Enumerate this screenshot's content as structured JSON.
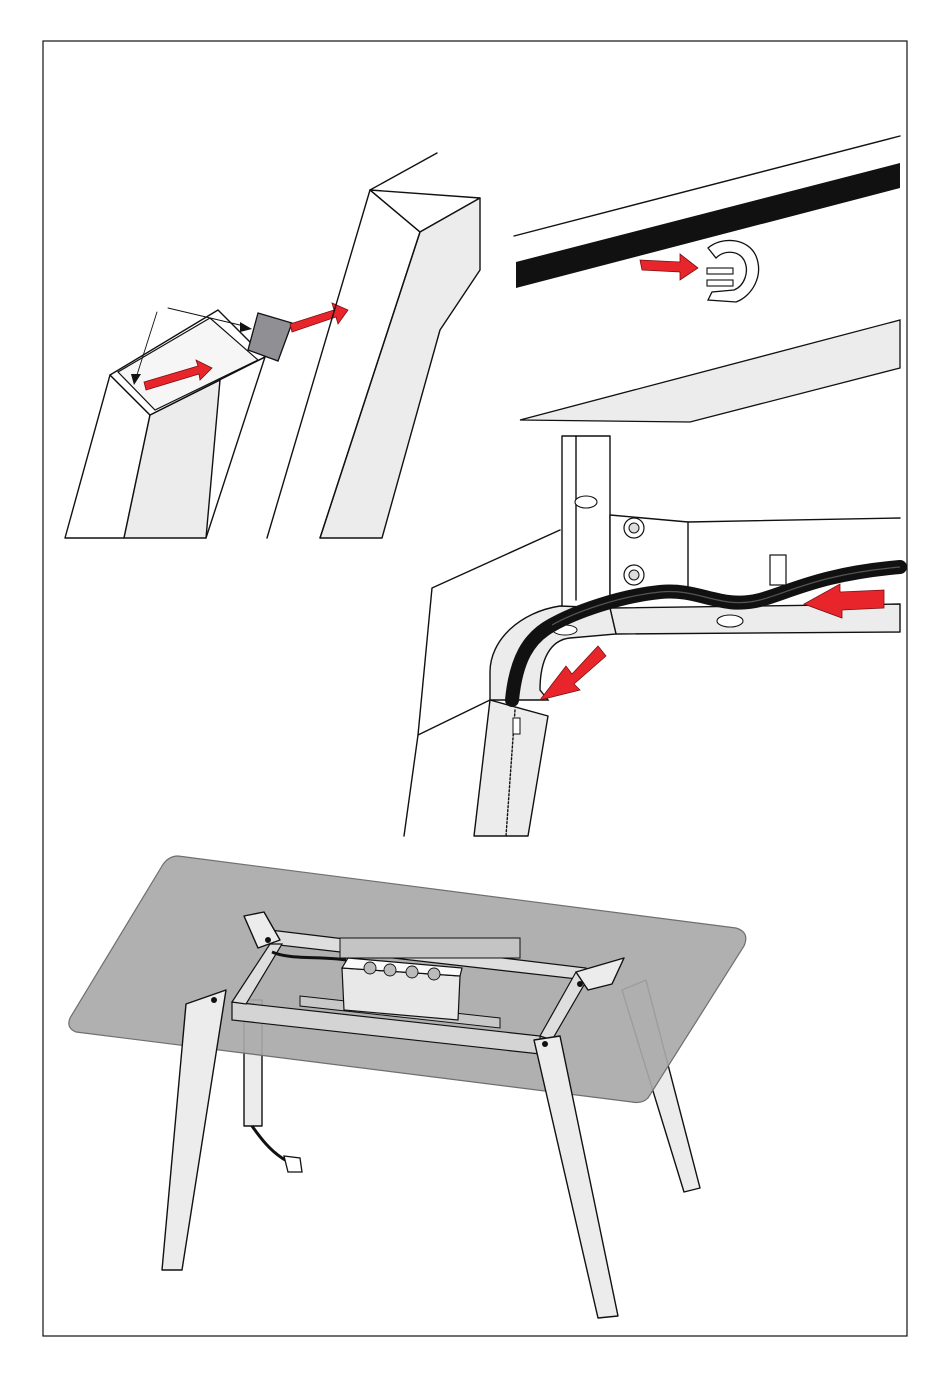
{
  "title": "",
  "colors": {
    "arrow": "#e8252b",
    "tabletop": "#a9a9a9",
    "frame": "#e6e6e6",
    "cable": "#111111",
    "cover": "#8f8f94"
  },
  "panels": [
    {
      "id": "step-a",
      "description": "leg-end-cap-insertion"
    },
    {
      "id": "step-b",
      "description": "cable-clip-on-rail"
    },
    {
      "id": "step-c",
      "description": "cable-routing-into-leg"
    },
    {
      "id": "step-d",
      "description": "table-underside-overview"
    }
  ]
}
